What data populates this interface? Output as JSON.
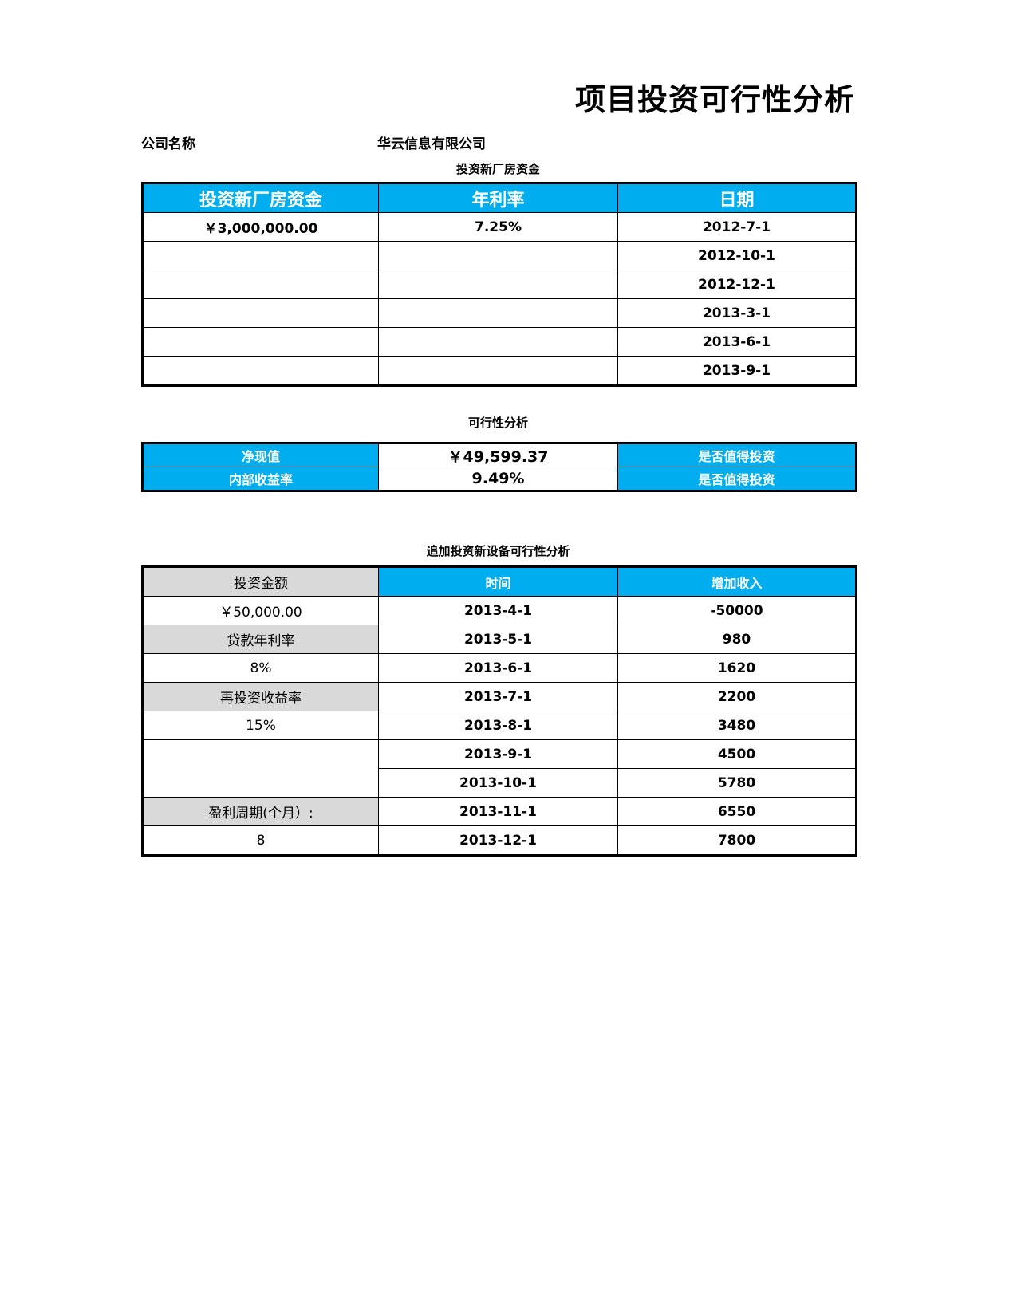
{
  "document": {
    "title": "项目投资可行性分析",
    "company_label": "公司名称",
    "company_value": "华云信息有限公司"
  },
  "colors": {
    "header_blue": "#00AEEF",
    "header_gray": "#D9D9D9",
    "border": "#000000",
    "text": "#000000",
    "header_text": "#FFFFFF"
  },
  "loan_section": {
    "caption": "投资新厂房资金",
    "headers": [
      "投资新厂房资金",
      "年利率",
      "日期"
    ],
    "rows": [
      {
        "amount": "￥3,000,000.00",
        "rate": "7.25%",
        "date": "2012-7-1"
      },
      {
        "amount": "",
        "rate": "",
        "date": "2012-10-1"
      },
      {
        "amount": "",
        "rate": "",
        "date": "2012-12-1"
      },
      {
        "amount": "",
        "rate": "",
        "date": "2013-3-1"
      },
      {
        "amount": "",
        "rate": "",
        "date": "2013-6-1"
      },
      {
        "amount": "",
        "rate": "",
        "date": "2013-9-1"
      }
    ]
  },
  "feasibility_section": {
    "caption": "可行性分析",
    "rows": [
      {
        "label": "净现值",
        "value": "￥49,599.37",
        "verdict": "是否值得投资"
      },
      {
        "label": "内部收益率",
        "value": "9.49%",
        "verdict": "是否值得投资"
      }
    ]
  },
  "equipment_section": {
    "caption": "追加投资新设备可行性分析",
    "headers": [
      "投资金额",
      "时间",
      "增加收入"
    ],
    "left_column": [
      {
        "text": "投资金额",
        "style": "gray"
      },
      {
        "text": "￥50,000.00",
        "style": "white"
      },
      {
        "text": "贷款年利率",
        "style": "gray"
      },
      {
        "text": "8%",
        "style": "white"
      },
      {
        "text": "再投资收益率",
        "style": "gray"
      },
      {
        "text": "15%",
        "style": "white"
      },
      {
        "text": "",
        "style": "white-merged"
      },
      {
        "text": "盈利周期(个月）:",
        "style": "gray"
      },
      {
        "text": "8",
        "style": "white"
      }
    ],
    "data_rows": [
      {
        "time": "2013-4-1",
        "income": "-50000"
      },
      {
        "time": "2013-5-1",
        "income": "980"
      },
      {
        "time": "2013-6-1",
        "income": "1620"
      },
      {
        "time": "2013-7-1",
        "income": "2200"
      },
      {
        "time": "2013-8-1",
        "income": "3480"
      },
      {
        "time": "2013-9-1",
        "income": "4500"
      },
      {
        "time": "2013-10-1",
        "income": "5780"
      },
      {
        "time": "2013-11-1",
        "income": "6550"
      },
      {
        "time": "2013-12-1",
        "income": "7800"
      }
    ]
  }
}
